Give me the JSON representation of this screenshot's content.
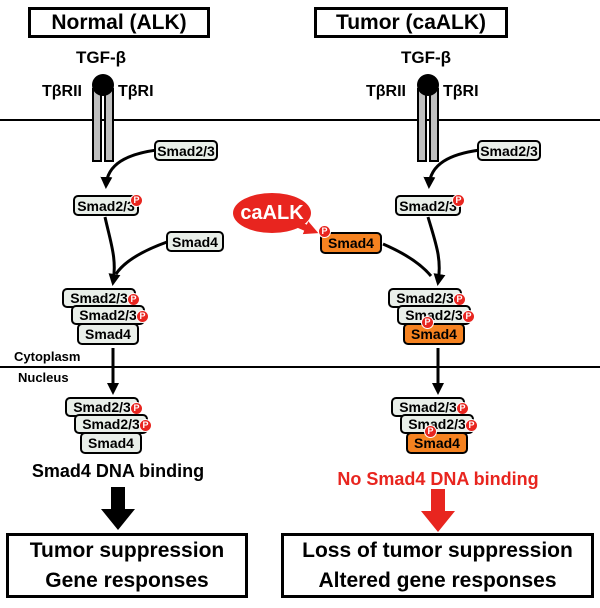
{
  "header": {
    "left_title": "Normal (ALK)",
    "right_title": "Tumor (caALK)"
  },
  "labels": {
    "tgf_beta": "TGF-β",
    "tbr2": "TβRII",
    "tbr1": "TβRI",
    "smad23": "Smad2/3",
    "smad4": "Smad4",
    "caalk": "caALK",
    "phospho": "P",
    "cytoplasm": "Cytoplasm",
    "nucleus": "Nucleus"
  },
  "left_pathway": {
    "dna_binding": "Smad4 DNA binding",
    "outcome": [
      "Tumor suppression",
      "Gene responses"
    ]
  },
  "right_pathway": {
    "dna_binding": "No Smad4 DNA binding",
    "outcome": [
      "Loss of tumor suppression",
      "Altered gene responses"
    ]
  },
  "colors": {
    "red": "#e8251f",
    "orange": "#f58220",
    "smad_fill": "#e9efe9",
    "receptor_gray": "#bfbfbf"
  }
}
